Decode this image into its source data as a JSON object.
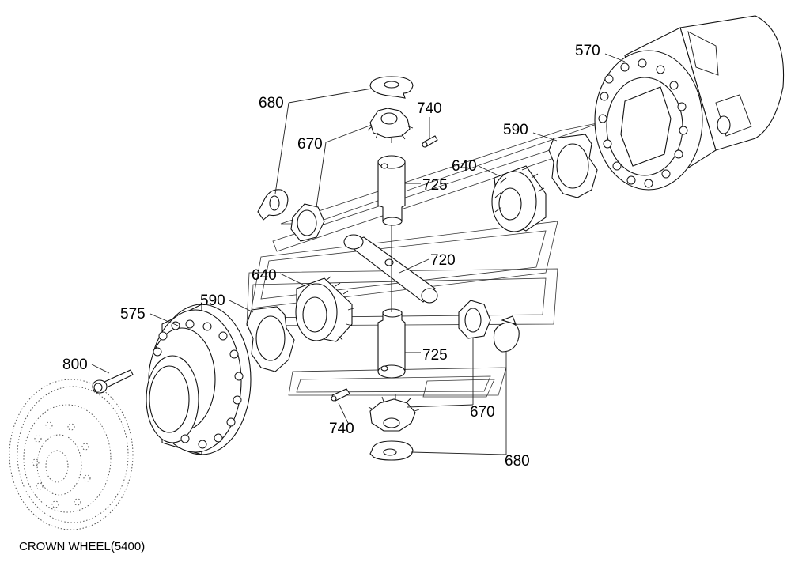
{
  "caption": "CROWN WHEEL(5400)",
  "labels": {
    "l570": "570",
    "l680_top": "680",
    "l740_top": "740",
    "l670_top": "670",
    "l590_right": "590",
    "l640_right": "640",
    "l725_top": "725",
    "l720": "720",
    "l640_left": "640",
    "l590_left": "590",
    "l575": "575",
    "l800": "800",
    "l725_bottom": "725",
    "l740_bottom": "740",
    "l670_bottom": "670",
    "l680_bottom": "680"
  }
}
